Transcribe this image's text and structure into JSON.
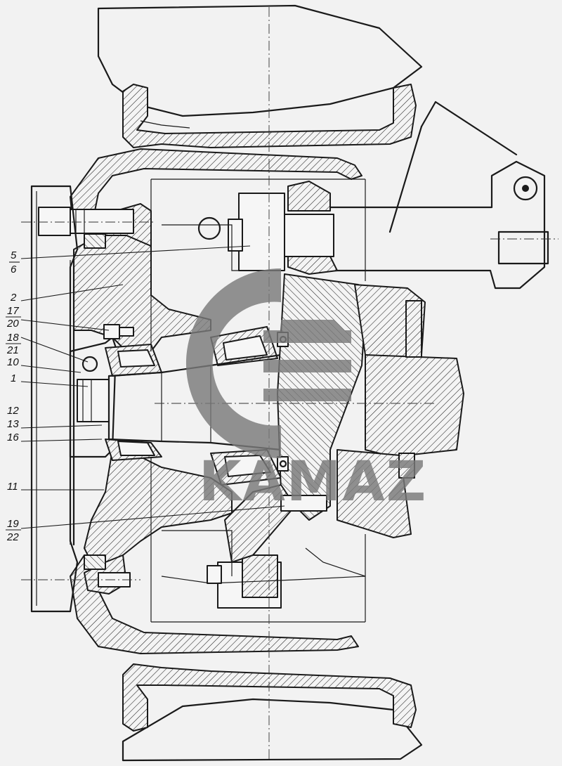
{
  "labels": {
    "l5": "5",
    "l6": "6",
    "l2": "2",
    "l17": "17",
    "l20": "20",
    "l18": "18",
    "l21": "21",
    "l10": "10",
    "l1": "1",
    "l12": "12",
    "l13": "13",
    "l16": "16",
    "l11": "11",
    "l19": "19",
    "l22": "22"
  },
  "watermark": {
    "text": "KAMAZ",
    "color": "#7a7a7a"
  }
}
